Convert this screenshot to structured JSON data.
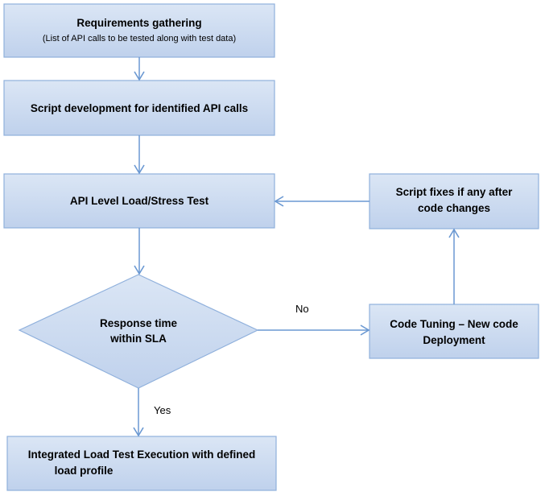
{
  "colors": {
    "box_fill_top": "#dbe6f5",
    "box_fill_bottom": "#bfd1ec",
    "box_stroke": "#8fb0dc",
    "arrow": "#6a98d2"
  },
  "nodes": {
    "requirements": {
      "title": "Requirements gathering",
      "subtitle": "(List of API calls to be tested along with test data)"
    },
    "script_development": {
      "title": "Script development for identified API calls"
    },
    "api_load_test": {
      "title": "API Level Load/Stress Test"
    },
    "response_decision": {
      "line1": "Response time",
      "line2": "within SLA"
    },
    "integrated_test": {
      "line1": "Integrated Load Test Execution with defined",
      "line2": "load profile"
    },
    "code_tuning": {
      "line1": "Code Tuning – New code",
      "line2": "Deployment"
    },
    "script_fixes": {
      "line1": "Script fixes if any after",
      "line2": "code changes"
    }
  },
  "edges": {
    "no_label": "No",
    "yes_label": "Yes"
  }
}
